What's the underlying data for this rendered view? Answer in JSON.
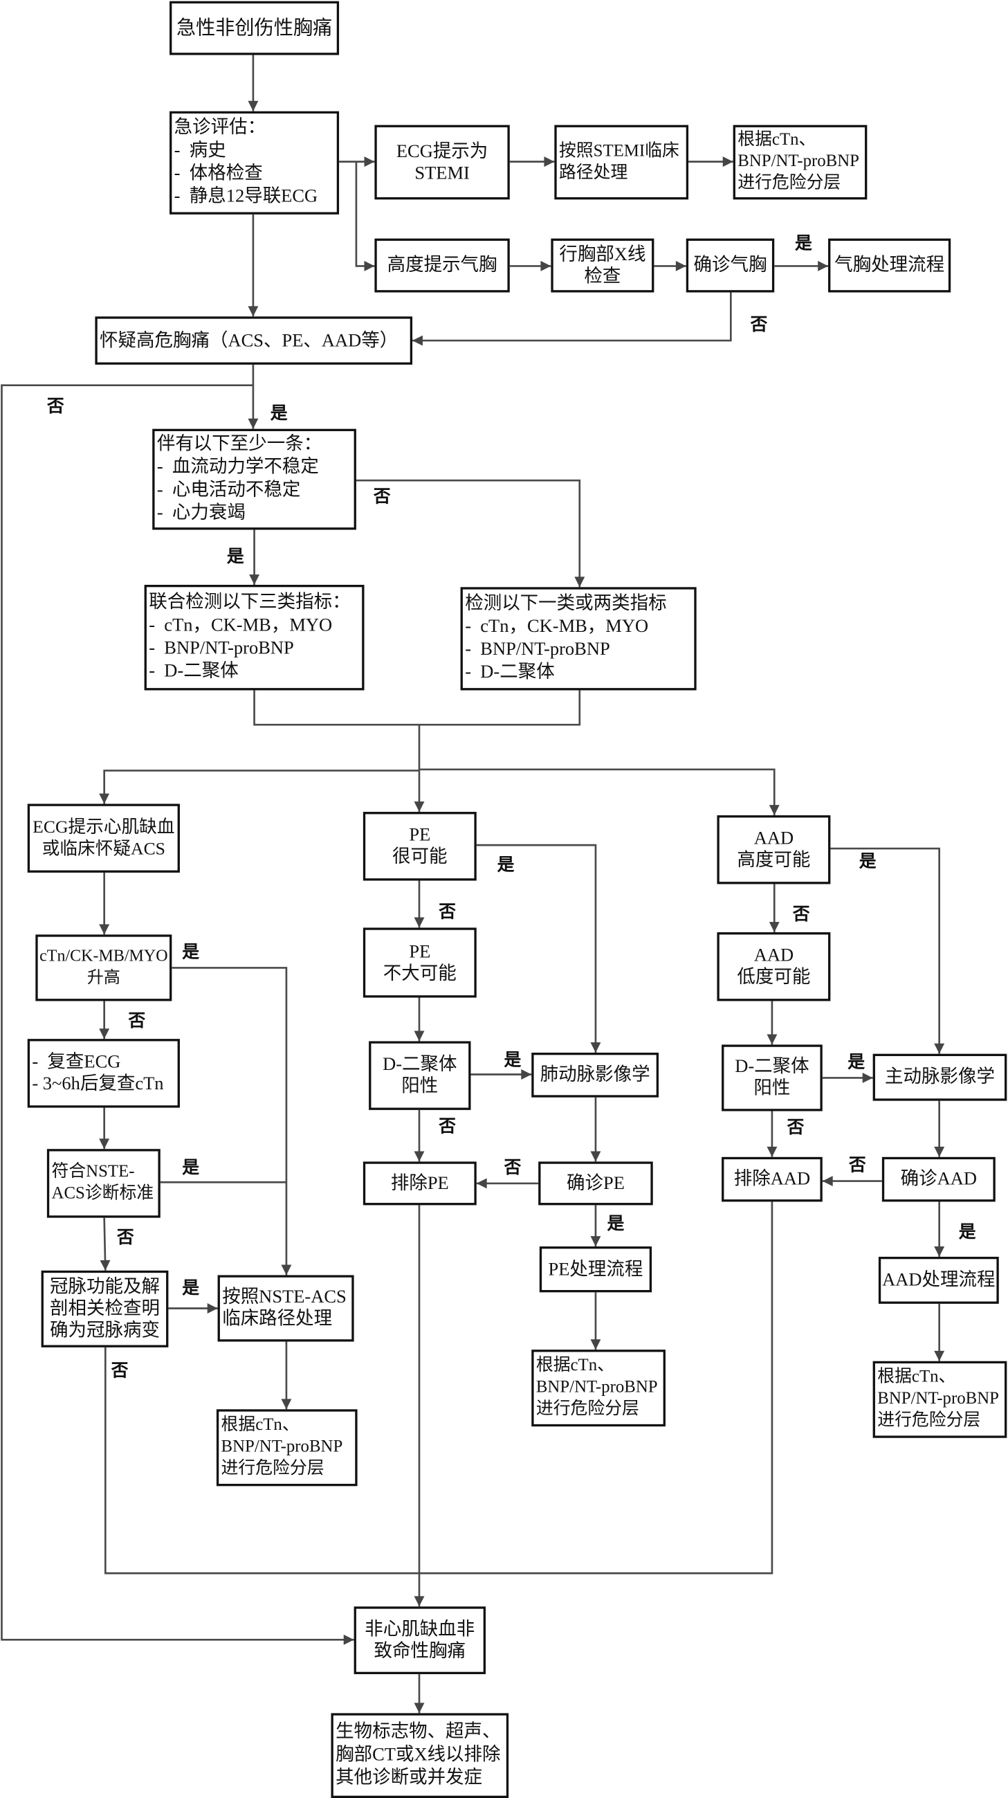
{
  "colors": {
    "box_border": "#111111",
    "connector": "#4a4a4a",
    "background": "#ffffff",
    "text": "#111111"
  },
  "nodes": {
    "start": {
      "lines": [
        "急性非创伤性胸痛"
      ]
    },
    "er_eval": {
      "lines": [
        "急诊评估：",
        "-  病史",
        "-  体格检查",
        "-  静息12导联ECG"
      ]
    },
    "ecg_stemi": {
      "lines": [
        "ECG提示为",
        "STEMI"
      ]
    },
    "stemi_path": {
      "lines": [
        "按照STEMI临床",
        "路径处理"
      ]
    },
    "risk_stemi": {
      "lines": [
        "根据cTn、",
        "BNP/NT-proBNP",
        "进行危险分层"
      ]
    },
    "pneumo_suspect": {
      "lines": [
        "高度提示气胸"
      ]
    },
    "chest_xray": {
      "lines": [
        "行胸部X线",
        "检查"
      ]
    },
    "pneumo_confirm": {
      "lines": [
        "确诊气胸"
      ]
    },
    "pneumo_path": {
      "lines": [
        "气胸处理流程"
      ]
    },
    "high_risk": {
      "lines": [
        "怀疑高危胸痛（ACS、PE、AAD等）"
      ]
    },
    "unstable": {
      "lines": [
        "伴有以下至少一条：",
        "-  血流动力学不稳定",
        "-  心电活动不稳定",
        "-  心力衰竭"
      ]
    },
    "combined_test": {
      "lines": [
        "联合检测以下三类指标：",
        "-  cTn，CK-MB，MYO",
        "-  BNP/NT-proBNP",
        "-  D-二聚体"
      ]
    },
    "partial_test": {
      "lines": [
        "检测以下一类或两类指标",
        "-  cTn，CK-MB，MYO",
        "-  BNP/NT-proBNP",
        "-  D-二聚体"
      ]
    },
    "acs_suspect": {
      "lines": [
        "ECG提示心肌缺血",
        "或临床怀疑ACS"
      ]
    },
    "markers_up": {
      "lines": [
        "cTn/CK-MB/MYO",
        "升高"
      ]
    },
    "recheck": {
      "lines": [
        "-  复查ECG",
        "- 3~6h后复查cTn"
      ]
    },
    "nste_criteria": {
      "lines": [
        "符合NSTE-",
        "ACS诊断标准"
      ]
    },
    "coronary": {
      "lines": [
        "冠脉功能及解",
        "剖相关检查明",
        "确为冠脉病变"
      ]
    },
    "nste_path": {
      "lines": [
        "按照NSTE-ACS",
        "临床路径处理"
      ]
    },
    "risk_acs": {
      "lines": [
        "根据cTn、",
        "BNP/NT-proBNP",
        "进行危险分层"
      ]
    },
    "pe_likely": {
      "lines": [
        "PE",
        "很可能"
      ]
    },
    "pe_unlikely": {
      "lines": [
        "PE",
        "不大可能"
      ]
    },
    "pe_ddimer": {
      "lines": [
        "D-二聚体",
        "阳性"
      ]
    },
    "pe_imaging": {
      "lines": [
        "肺动脉影像学"
      ]
    },
    "pe_excluded": {
      "lines": [
        "排除PE"
      ]
    },
    "pe_confirm": {
      "lines": [
        "确诊PE"
      ]
    },
    "pe_path": {
      "lines": [
        "PE处理流程"
      ]
    },
    "risk_pe": {
      "lines": [
        "根据cTn、",
        "BNP/NT-proBNP",
        "进行危险分层"
      ]
    },
    "aad_high": {
      "lines": [
        "AAD",
        "高度可能"
      ]
    },
    "aad_low": {
      "lines": [
        "AAD",
        "低度可能"
      ]
    },
    "aad_ddimer": {
      "lines": [
        "D-二聚体",
        "阳性"
      ]
    },
    "aad_imaging": {
      "lines": [
        "主动脉影像学"
      ]
    },
    "aad_excluded": {
      "lines": [
        "排除AAD"
      ]
    },
    "aad_confirm": {
      "lines": [
        "确诊AAD"
      ]
    },
    "aad_path": {
      "lines": [
        "AAD处理流程"
      ]
    },
    "risk_aad": {
      "lines": [
        "根据cTn、",
        "BNP/NT-proBNP",
        "进行危险分层"
      ]
    },
    "non_fatal": {
      "lines": [
        "非心肌缺血非",
        "致命性胸痛"
      ]
    },
    "followup": {
      "lines": [
        "生物标志物、超声、",
        "胸部CT或X线以排除",
        "其他诊断或并发症"
      ]
    }
  },
  "edges": {
    "start_to_eval": {
      "from": "start",
      "to": "er_eval"
    },
    "eval_to_ecg_stemi": {
      "from": "er_eval",
      "to": "ecg_stemi"
    },
    "eval_to_pneumo_suspect": {
      "from": "er_eval",
      "to": "pneumo_suspect"
    },
    "eval_to_high_risk": {
      "from": "er_eval",
      "to": "high_risk"
    },
    "ecg_stemi_to_stemi_path": {
      "from": "ecg_stemi",
      "to": "stemi_path"
    },
    "stemi_path_to_risk": {
      "from": "stemi_path",
      "to": "risk_stemi"
    },
    "pneumo_suspect_to_xray": {
      "from": "pneumo_suspect",
      "to": "chest_xray"
    },
    "xray_to_pneumo_confirm": {
      "from": "chest_xray",
      "to": "pneumo_confirm"
    },
    "pneumo_confirm_yes": {
      "from": "pneumo_confirm",
      "to": "pneumo_path",
      "label": "是"
    },
    "pneumo_confirm_no": {
      "from": "pneumo_confirm",
      "to": "high_risk",
      "label": "否"
    },
    "high_risk_yes": {
      "from": "high_risk",
      "to": "unstable",
      "label": "是"
    },
    "high_risk_no": {
      "from": "high_risk",
      "to": "non_fatal",
      "label": "否"
    },
    "unstable_yes": {
      "from": "unstable",
      "to": "combined_test",
      "label": "是"
    },
    "unstable_no": {
      "from": "unstable",
      "to": "partial_test",
      "label": "否"
    },
    "tests_to_acs": {
      "from": [
        "combined_test",
        "partial_test"
      ],
      "to": "acs_suspect"
    },
    "tests_to_pe": {
      "from": [
        "combined_test",
        "partial_test"
      ],
      "to": "pe_likely"
    },
    "tests_to_aad": {
      "from": [
        "combined_test",
        "partial_test"
      ],
      "to": "aad_high"
    },
    "acs_to_markers": {
      "from": "acs_suspect",
      "to": "markers_up"
    },
    "markers_yes": {
      "from": "markers_up",
      "to": "nste_path",
      "label": "是"
    },
    "markers_no": {
      "from": "markers_up",
      "to": "recheck",
      "label": "否"
    },
    "recheck_to_nste_criteria": {
      "from": "recheck",
      "to": "nste_criteria"
    },
    "nste_criteria_yes": {
      "from": "nste_criteria",
      "to": "nste_path",
      "label": "是"
    },
    "nste_criteria_no": {
      "from": "nste_criteria",
      "to": "coronary",
      "label": "否"
    },
    "coronary_yes": {
      "from": "coronary",
      "to": "nste_path",
      "label": "是"
    },
    "coronary_no": {
      "from": "coronary",
      "to": "non_fatal",
      "label": "否"
    },
    "nste_path_to_risk": {
      "from": "nste_path",
      "to": "risk_acs"
    },
    "pe_likely_yes": {
      "from": "pe_likely",
      "to": "pe_imaging",
      "label": "是"
    },
    "pe_likely_no": {
      "from": "pe_likely",
      "to": "pe_unlikely",
      "label": "否"
    },
    "pe_unlikely_to_ddimer": {
      "from": "pe_unlikely",
      "to": "pe_ddimer"
    },
    "pe_ddimer_yes": {
      "from": "pe_ddimer",
      "to": "pe_imaging",
      "label": "是"
    },
    "pe_ddimer_no": {
      "from": "pe_ddimer",
      "to": "pe_excluded",
      "label": "否"
    },
    "pe_imaging_to_confirm": {
      "from": "pe_imaging",
      "to": "pe_confirm"
    },
    "pe_confirm_yes": {
      "from": "pe_confirm",
      "to": "pe_path",
      "label": "是"
    },
    "pe_confirm_no": {
      "from": "pe_confirm",
      "to": "pe_excluded",
      "label": "否"
    },
    "pe_path_to_risk": {
      "from": "pe_path",
      "to": "risk_pe"
    },
    "pe_excluded_to_non_fatal": {
      "from": "pe_excluded",
      "to": "non_fatal"
    },
    "aad_high_yes": {
      "from": "aad_high",
      "to": "aad_imaging",
      "label": "是"
    },
    "aad_high_no": {
      "from": "aad_high",
      "to": "aad_low",
      "label": "否"
    },
    "aad_low_to_ddimer": {
      "from": "aad_low",
      "to": "aad_ddimer"
    },
    "aad_ddimer_yes": {
      "from": "aad_ddimer",
      "to": "aad_imaging",
      "label": "是"
    },
    "aad_ddimer_no": {
      "from": "aad_ddimer",
      "to": "aad_excluded",
      "label": "否"
    },
    "aad_imaging_to_confirm": {
      "from": "aad_imaging",
      "to": "aad_confirm"
    },
    "aad_confirm_yes": {
      "from": "aad_confirm",
      "to": "aad_path",
      "label": "是"
    },
    "aad_confirm_no": {
      "from": "aad_confirm",
      "to": "aad_excluded",
      "label": "否"
    },
    "aad_path_to_risk": {
      "from": "aad_path",
      "to": "risk_aad"
    },
    "aad_excluded_to_non_fatal": {
      "from": "aad_excluded",
      "to": "non_fatal"
    },
    "non_fatal_to_followup": {
      "from": "non_fatal",
      "to": "followup"
    }
  }
}
